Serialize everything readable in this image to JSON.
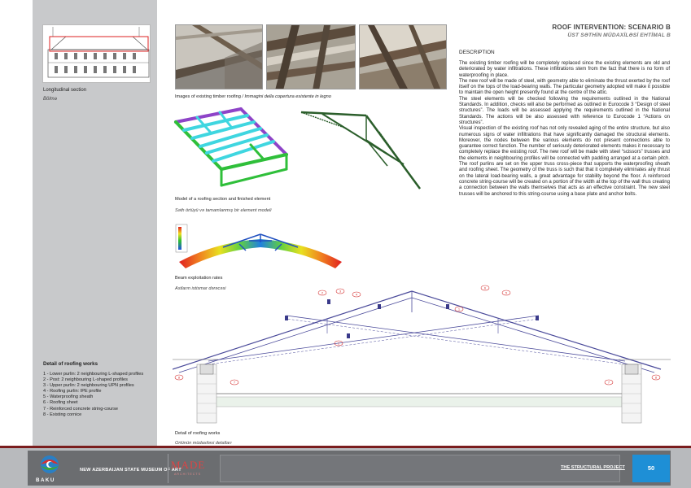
{
  "header": {
    "title": "ROOF INTERVENTION: SCENARIO B",
    "subtitle": "ÜST SƏTHİN MÜDAXİLƏSİ EHTİMAL B"
  },
  "sidebar": {
    "section_caption": "Longitudinal section",
    "section_caption_alt": "Bölmə",
    "detail_title": "Detail of roofing works",
    "legend": [
      "1 - Lower purlin: 2 neighbouring L-shaped profiles",
      "2 - Post: 2 neighbouring L-shaped profiles",
      "3 - Upper purlin: 2 neighbouring UPN profiles",
      "4 - Roofing purlin: IPE profile",
      "5 - Waterproofing sheath",
      "6 - Roofing sheet",
      "7 - Reinforced concrete string-course",
      "8 - Existing cornice"
    ]
  },
  "figures": {
    "photos_caption": "Images of existing timber roofing",
    "photos_caption_it": " / Immagini della copertura esistente in legno",
    "model_caption": "Model of a roofing section and finished element",
    "model_caption_alt": "Səth örtüyü və tamamlanmış bir element modeli",
    "beam_caption": "Beam exploitation rates",
    "beam_caption_alt": "Astların istismar dərəcəsi",
    "detail_caption": "Detail of roofing works",
    "detail_caption_alt": "Örtünün müdaxiləsi detalları"
  },
  "description": {
    "heading": "DESCRIPTION",
    "paragraphs": [
      "The existing timber roofing will be completely replaced since the existing elements are old and deteriorated by water infiltrations. These infiltrations stem from the fact that there is no form of waterproofing in place.",
      "The new roof will be made of steel, with geometry able to eliminate the thrust exerted by the roof itself on the tops of the load-bearing walls. The particular geometry adopted will make it possible to maintain the open height presently found at the centre of the attic.",
      "The steel elements will be checked following the requirements outlined in the National Standards. In addition, checks will also be performed as outlined in Eurocode 3 “Design of steel structures”. The loads will be assessed applying the requirements outlined in the National Standards. The actions will be also assessed with reference to Eurocode 1 “Actions on structures”.",
      "Visual inspection of the existing roof has not only revealed aging of the entire structure, but also numerous signs of water infiltrations that have significantly damaged the structural elements. Moreover, the nodes between the various elements do not present connections able to guarantee correct function. The number of seriously deteriorated elements makes it necessary to completely replace the existing roof. The new roof will be made with steel “scissors” trusses and the elements in neighbouring profiles will be connected with padding arranged at a certain pitch. The roof purlins are set on the upper truss cross-piece that supports the waterproofing sheath and roofing sheet. The geometry of the truss is such that that it completely eliminates any thrust on the lateral load-bearing walls, a great advantage for stability beyond the floor. A reinforced concrete string-course will be created on a portion of the width at the top of the wall thus creating a connection between the walls themselves that acts as an effective constraint. The new steel trusses will be anchored to this string-course using a base plate and anchor bolts."
    ]
  },
  "footer": {
    "museum": "NEW AZERBAIJAN STATE MUSEUM OF ART",
    "city": "BAKU",
    "logo": "MADE",
    "logo_sub": "ARCHITECTS",
    "section": "THE STRUCTURAL PROJECT",
    "page": "50"
  },
  "colors": {
    "sidebar": "#c8c9cb",
    "footer_bar": "#6b6d70",
    "footer_rule": "#7a1d1d",
    "page_badge": "#1e8fd6",
    "model_purple": "#8e44c8",
    "model_cyan": "#3fd6e0",
    "model_green": "#2fbf3a"
  }
}
